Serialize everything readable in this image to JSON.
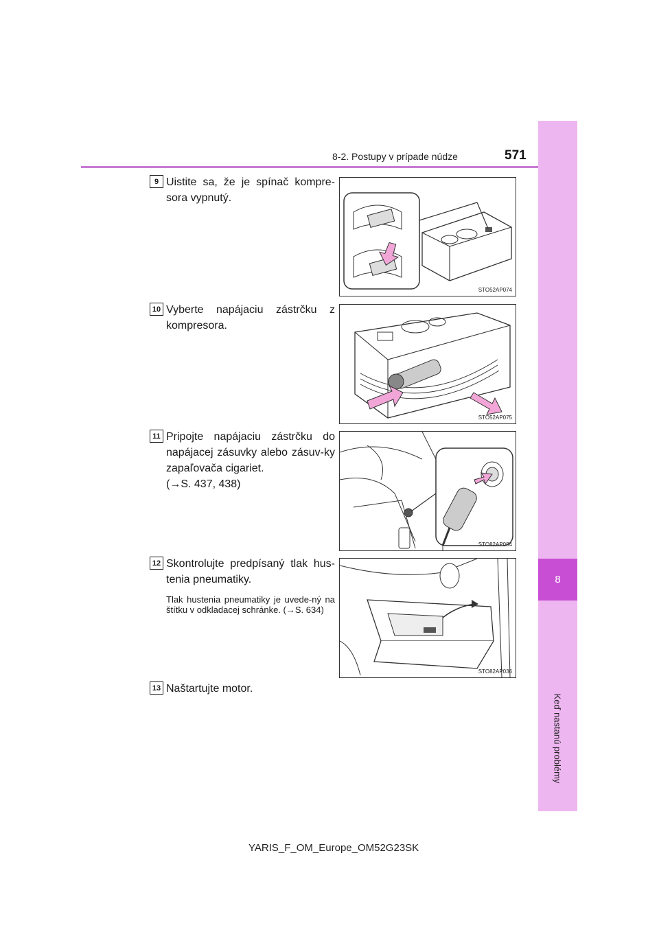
{
  "header": {
    "section": "8-2. Postupy v prípade núdze",
    "page_number": "571"
  },
  "side_tab": {
    "chapter_number": "8",
    "chapter_title": "Keď nastanú problémy"
  },
  "steps": [
    {
      "number": "9",
      "text": "Uistite sa, že je spínač kompre-sora vypnutý.",
      "image_code": "STO52AP074"
    },
    {
      "number": "10",
      "text": "Vyberte napájaciu zástrčku z kompresora.",
      "image_code": "STO52AP075"
    },
    {
      "number": "11",
      "text": "Pripojte napájaciu zástrčku do napájacej zásuvky alebo zásuv-ky zapaľovača cigariet.",
      "ref": "(→S. 437, 438)",
      "image_code": "STO82AP084"
    },
    {
      "number": "12",
      "text": "Skontrolujte predpísaný tlak hus-tenia pneumatiky.",
      "note": "Tlak hustenia pneumatiky je uvede-ný na štítku v odkladacej schránke. (→S. 634)",
      "image_code": "STO82AP036"
    },
    {
      "number": "13",
      "text": "Naštartujte motor."
    }
  ],
  "footer": "YARIS_F_OM_Europe_OM52G23SK",
  "colors": {
    "accent_pink": "#c84fd3",
    "tab_pink": "#eeb6f0",
    "arrow_pink": "#f2a6d8"
  }
}
